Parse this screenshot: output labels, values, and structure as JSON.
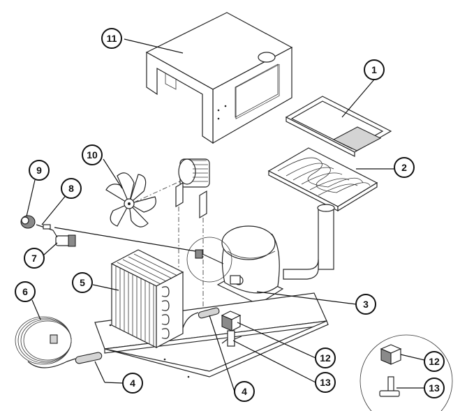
{
  "callouts": [
    {
      "id": "c11",
      "label": "11"
    },
    {
      "id": "c1",
      "label": "1"
    },
    {
      "id": "c2",
      "label": "2"
    },
    {
      "id": "c10",
      "label": "10"
    },
    {
      "id": "c9",
      "label": "9"
    },
    {
      "id": "c8",
      "label": "8"
    },
    {
      "id": "c7",
      "label": "7"
    },
    {
      "id": "c5",
      "label": "5"
    },
    {
      "id": "c6",
      "label": "6"
    },
    {
      "id": "c3",
      "label": "3"
    },
    {
      "id": "c4a",
      "label": "4"
    },
    {
      "id": "c4b",
      "label": "4"
    },
    {
      "id": "c12a",
      "label": "12"
    },
    {
      "id": "c13a",
      "label": "13"
    },
    {
      "id": "c12b",
      "label": "12"
    },
    {
      "id": "c13b",
      "label": "13"
    }
  ]
}
